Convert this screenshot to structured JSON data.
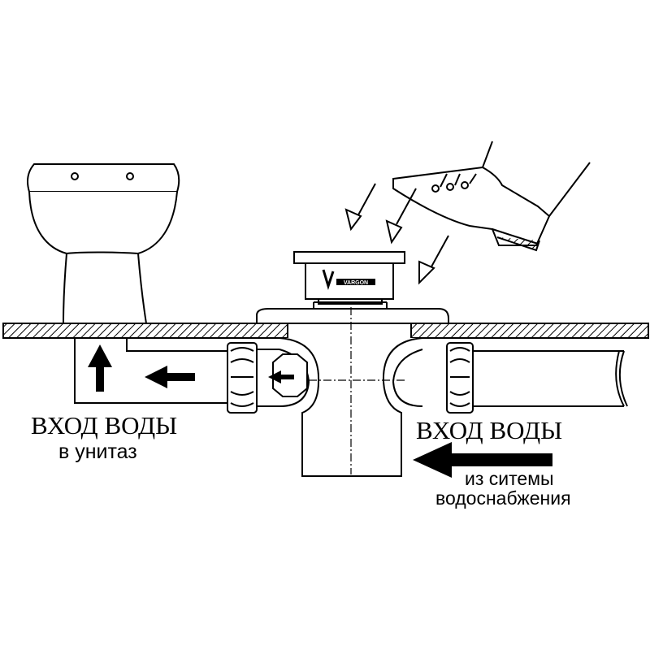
{
  "labels": {
    "left_heading": "ВХОД ВОДЫ",
    "left_sub": "в унитаз",
    "right_heading": "ВХОД ВОДЫ",
    "right_sub_line1": "из ситемы",
    "right_sub_line2": "водоснабжения"
  },
  "logo_text": "VARGON",
  "colors": {
    "line": "#000000",
    "background": "#ffffff"
  }
}
